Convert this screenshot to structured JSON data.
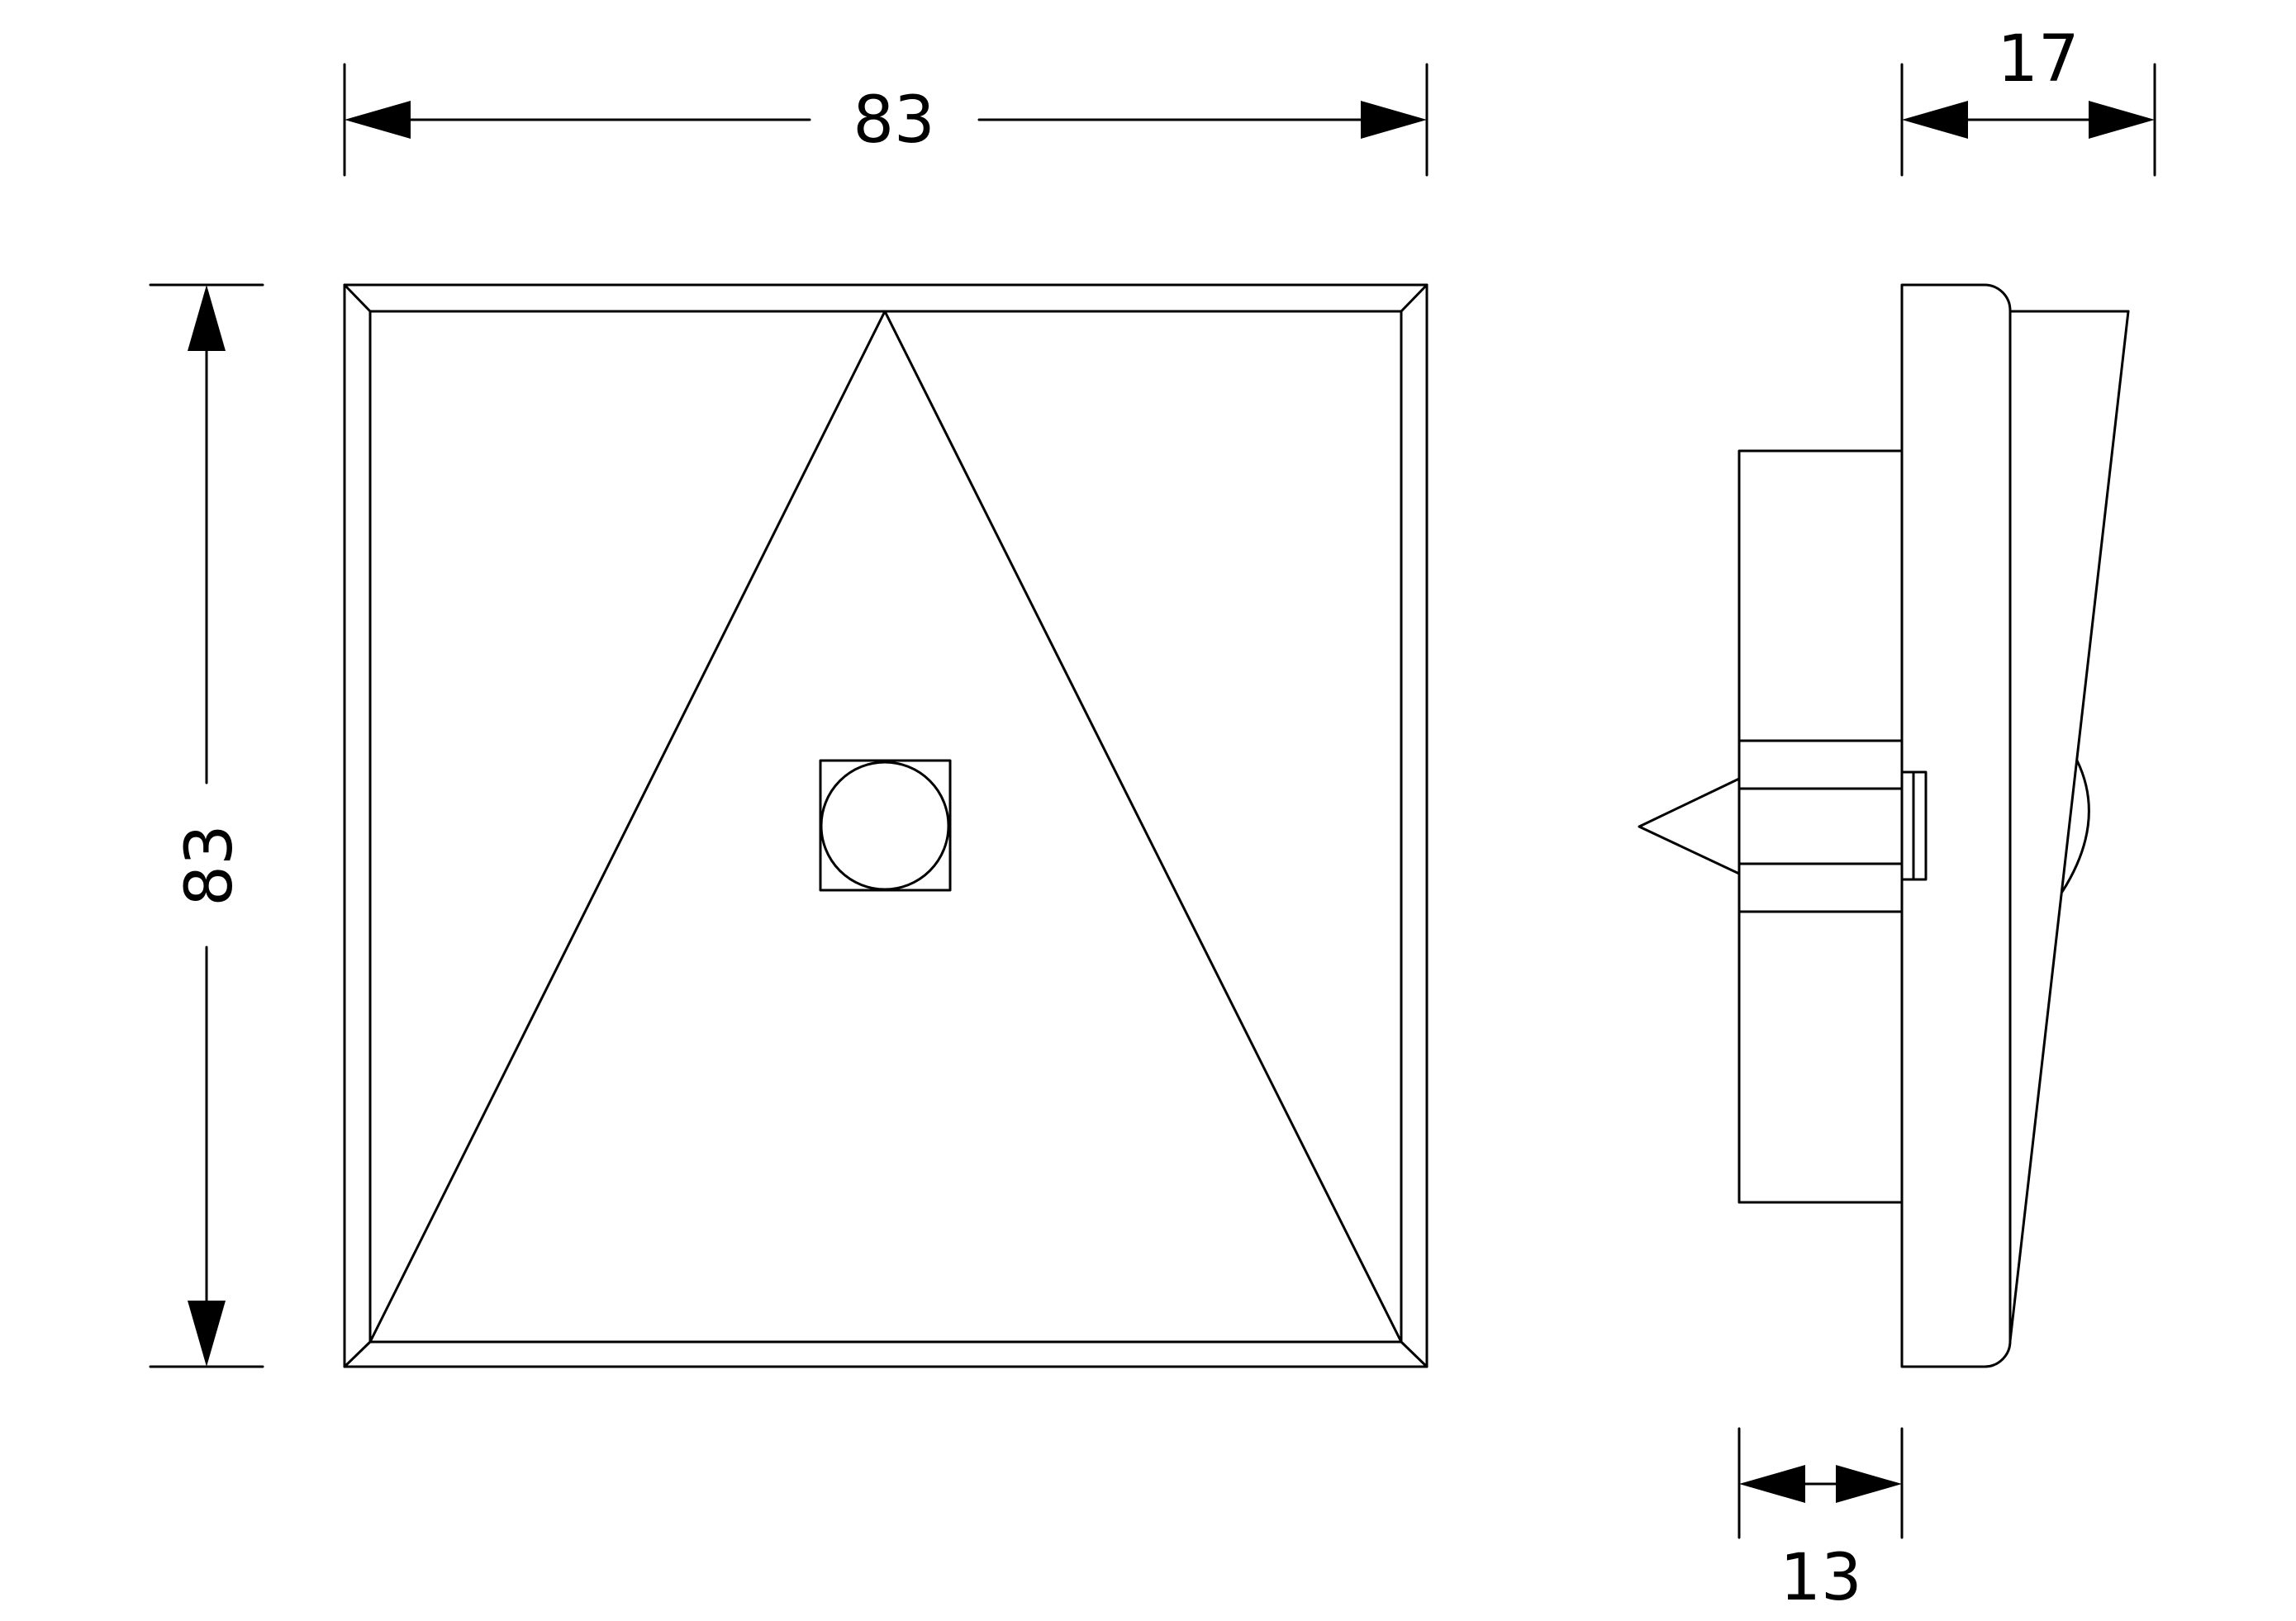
{
  "colors": {
    "background": "#ffffff",
    "line": "#000000"
  },
  "dimensions": {
    "width": "83",
    "height": "83",
    "depth_total": "17",
    "depth_base": "13"
  }
}
